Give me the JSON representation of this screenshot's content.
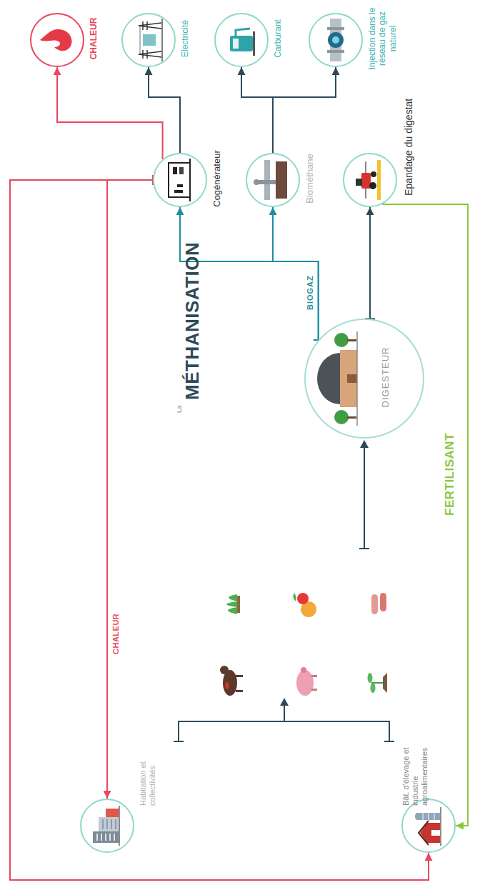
{
  "diagram": {
    "title": "MÉTHANISATION",
    "nodes": [
      {
        "text": [
          "Habitation et collectivités"
        ]
      },
      {
        "text": [
          "Bât. d'élevage et industrie agroalimentaires"
        ]
      },
      {
        "text": [
          "DIGESTEUR"
        ]
      },
      {
        "text": [
          "Cogénérateur"
        ]
      },
      {
        "text": [
          "Biométhane"
        ]
      },
      {
        "text": [
          "Epandage du digestat"
        ]
      },
      {
        "text": [
          "CHALEUR"
        ]
      },
      {
        "text": [
          "Electricité"
        ]
      },
      {
        "text": [
          "Carburant"
        ]
      },
      {
        "text": [
          "Injection dans le réseau de gaz naturel"
        ]
      }
    ],
    "edges": [
      {
        "from": 2,
        "to": 3,
        "arrow": "to",
        "label": "BIOGAZ"
      },
      {
        "from": 2,
        "to": 4,
        "arrow": "to"
      },
      {
        "from": 2,
        "to": 5,
        "arrow": "to"
      },
      {
        "from": 3,
        "to": 6,
        "arrow": "to"
      },
      {
        "from": 3,
        "to": 7,
        "arrow": "to"
      },
      {
        "from": 4,
        "to": 8,
        "arrow": "to"
      },
      {
        "from": 4,
        "to": 9,
        "arrow": "to"
      },
      {
        "from": 3,
        "to": 0,
        "arrow": "to",
        "label": "CHALEUR"
      },
      {
        "from": 3,
        "to": 1,
        "arrow": "to"
      },
      {
        "from": 5,
        "to": 1,
        "arrow": "to",
        "label": "FERTILISANT"
      }
    ],
    "labels": [
      "La"
    ]
  }
}
